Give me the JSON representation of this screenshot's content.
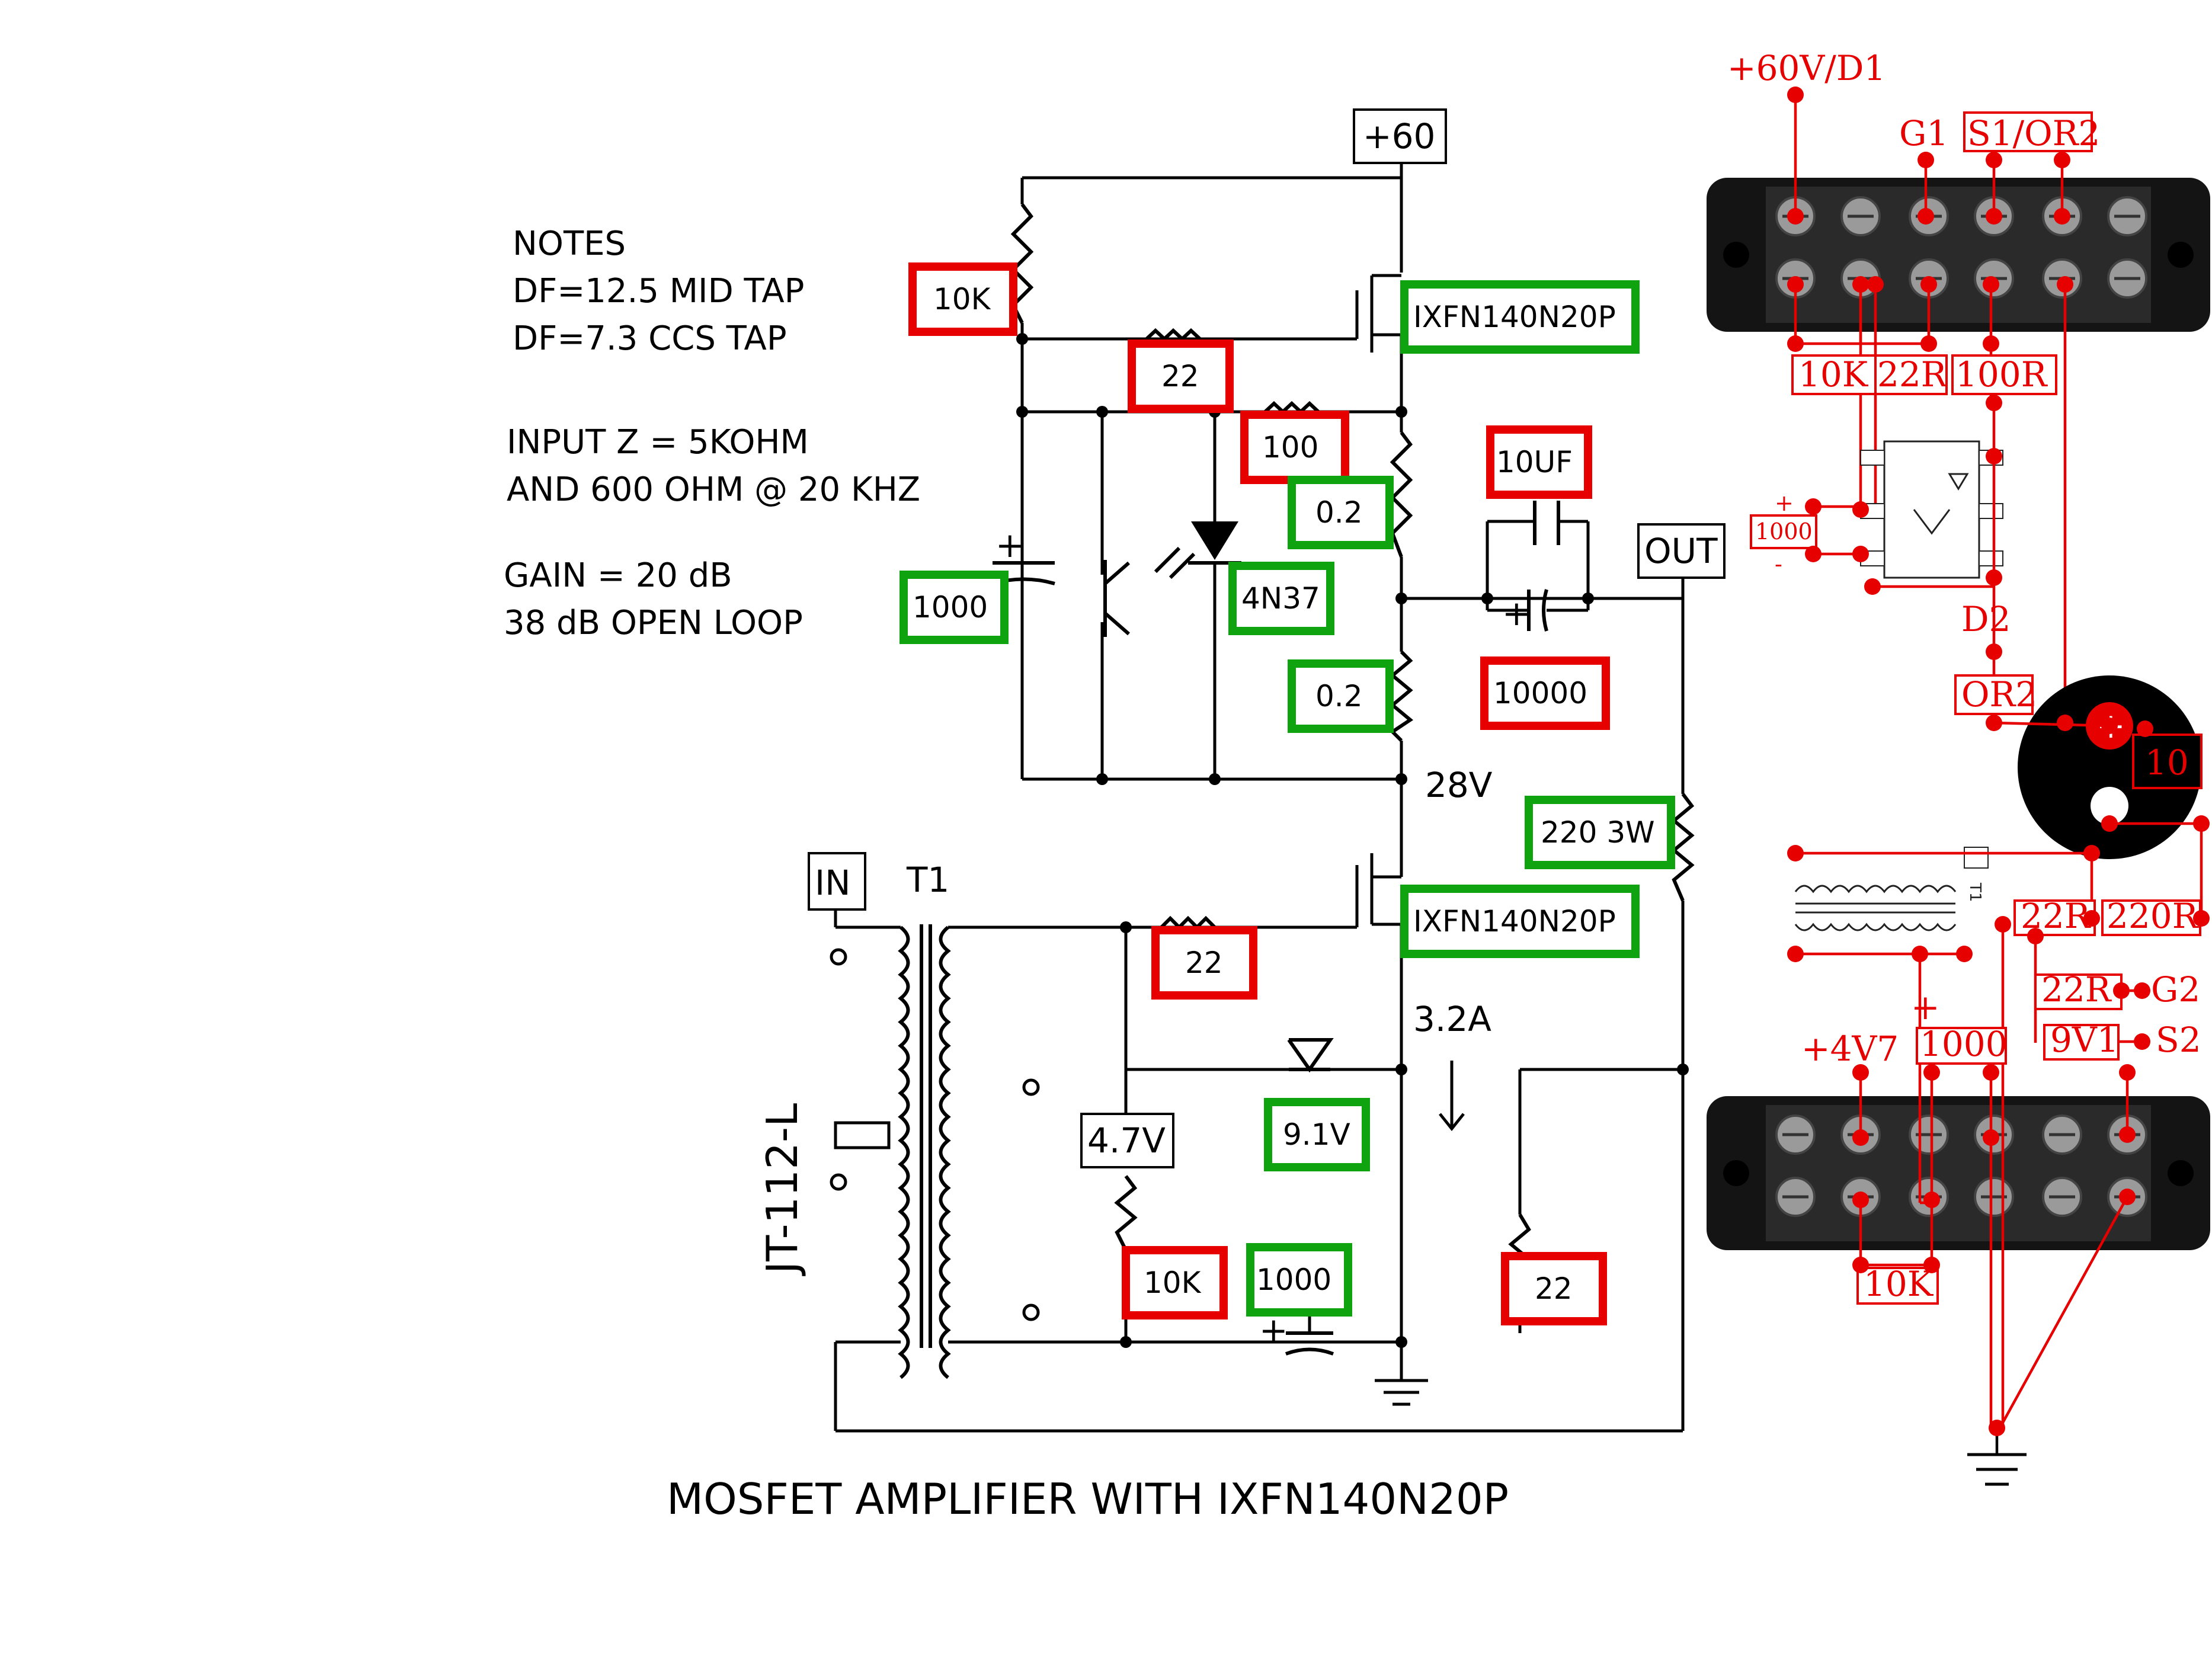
{
  "title": "MOSFET AMPLIFIER WITH IXFN140N20P",
  "notes": {
    "heading": "NOTES",
    "line1": "DF=12.5 MID TAP",
    "line2": "DF=7.3 CCS TAP",
    "line3": "INPUT Z = 5KOHM",
    "line4": "AND 600 OHM @ 20 KHZ",
    "line5": "GAIN = 20 dB",
    "line6": "38 dB OPEN LOOP"
  },
  "nodes": {
    "supply": "+60",
    "output": "OUT",
    "input": "IN",
    "transformer": "T1",
    "transformer_model": "JT-112-L",
    "mid_voltage": "28V",
    "current": "3.2A",
    "zener_bias": "4.7V"
  },
  "components": {
    "r_top": "10K",
    "r_gate_top": "22",
    "r_100": "100",
    "r_sense_top": "0.2",
    "r_sense_bottom": "0.2",
    "cap_1000_left": "1000",
    "optocoupler": "4N37",
    "cap_10uf": "10UF",
    "cap_10000": "10000",
    "r_220_3w": "220 3W",
    "mosfet_top": "IXFN140N20P",
    "mosfet_bottom": "IXFN140N20P",
    "r_gate_bottom": "22",
    "zener_9v1": "9.1V",
    "r_10k_bottom": "10K",
    "cap_1000_bottom": "1000",
    "r_22_right": "22"
  },
  "wiring": {
    "top_strip": {
      "supply_label": "+60V/D1",
      "g1": "G1",
      "s1_or2": "S1/OR2",
      "r_10k": "10K",
      "r_22r": "22R",
      "r_100r": "100R"
    },
    "opto": {
      "cap": "1000",
      "plus": "+",
      "minus": "-",
      "d2": "D2",
      "or2": "OR2"
    },
    "big_cap": {
      "value": "10",
      "plus": "+"
    },
    "transformer": {
      "label": "T1",
      "r_22r": "22R",
      "r_220r": "220R",
      "r_22r_g2": "22R",
      "g2": "G2",
      "zener": "9V1",
      "s2": "S2"
    },
    "bottom_strip": {
      "supply": "+4V7",
      "cap": "1000",
      "plus": "+",
      "r_10k": "10K"
    }
  },
  "colors": {
    "red_box": "#e60000",
    "green_box": "#10a310",
    "wiring": "#e60000",
    "terminal_block": "#141414"
  }
}
